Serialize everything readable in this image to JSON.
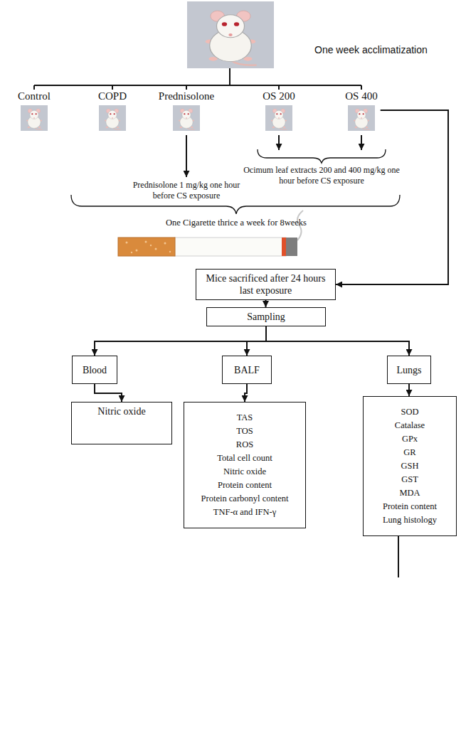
{
  "diagram": {
    "nodes": [
      {
        "text": [
          "Control"
        ]
      },
      {
        "text": [
          "COPD"
        ]
      },
      {
        "text": [
          "Prednisolone"
        ]
      },
      {
        "text": [
          "OS 200"
        ]
      },
      {
        "text": [
          "OS 400"
        ]
      },
      {
        "text": [
          "Mice sacrificed after 24 hours last exposure"
        ]
      },
      {
        "text": [
          "Sampling"
        ]
      },
      {
        "text": [
          "Blood"
        ]
      },
      {
        "text": [
          "BALF"
        ]
      },
      {
        "text": [
          "Lungs"
        ]
      },
      {
        "text": [
          "Nitric oxide"
        ]
      },
      {
        "text": [
          "TAS",
          "TOS",
          "ROS",
          "Total cell count",
          "Nitric oxide",
          "Protein content",
          "Protein carbonyl content",
          "TNF-α and IFN-γ"
        ]
      },
      {
        "text": [
          "SOD",
          "Catalase",
          "GPx",
          "GR",
          "GSH",
          "GST",
          "MDA",
          "Protein content",
          "Lung histology"
        ]
      }
    ],
    "edges": [
      {
        "from": 4,
        "to": 5,
        "arrow": "to"
      },
      {
        "from": 5,
        "to": 6,
        "arrow": "to"
      },
      {
        "from": 6,
        "to": 7,
        "arrow": "to"
      },
      {
        "from": 6,
        "to": 8,
        "arrow": "to"
      },
      {
        "from": 6,
        "to": 9,
        "arrow": "to"
      },
      {
        "from": 7,
        "to": 10,
        "arrow": "to"
      },
      {
        "from": 8,
        "to": 11,
        "arrow": "to"
      },
      {
        "from": 9,
        "to": 12,
        "arrow": "to"
      }
    ],
    "labels": [
      "One week acclimatization",
      "Prednisolone 1 mg/kg one hour before CS exposure",
      "Ocimum leaf extracts 200 and 400 mg/kg one hour before CS exposure",
      "One Cigarette thrice a week for 8weeks"
    ]
  }
}
